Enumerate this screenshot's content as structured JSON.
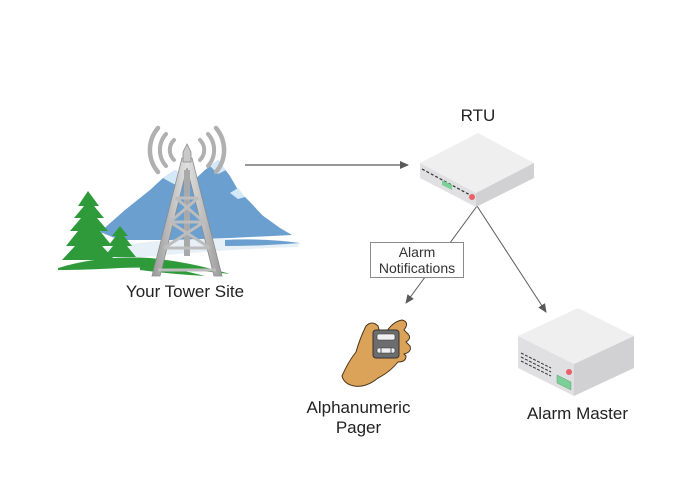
{
  "diagram": {
    "nodes": [
      {
        "id": "tower",
        "label": "Your Tower Site",
        "icon": "radio-tower-icon"
      },
      {
        "id": "rtu",
        "label": "RTU",
        "icon": "rtu-device-icon"
      },
      {
        "id": "pager",
        "label_line1": "Alphanumeric",
        "label_line2": "Pager",
        "icon": "pager-in-hand-icon"
      },
      {
        "id": "master",
        "label": "Alarm Master",
        "icon": "alarm-master-device-icon"
      }
    ],
    "edges": [
      {
        "from": "tower",
        "to": "rtu",
        "label": ""
      },
      {
        "from": "rtu",
        "to": "pager",
        "label_line1": "Alarm",
        "label_line2": "Notifications"
      },
      {
        "from": "rtu",
        "to": "master",
        "label": ""
      }
    ],
    "colors": {
      "line": "#5a5a5a",
      "mountain": "#6a9fcf",
      "tree": "#2f9a3a",
      "tower": "#b8b8b8",
      "device": "#e4e4e6",
      "led_red": "#e8606a",
      "led_green": "#7ccf96",
      "skin": "#dba35a"
    }
  }
}
